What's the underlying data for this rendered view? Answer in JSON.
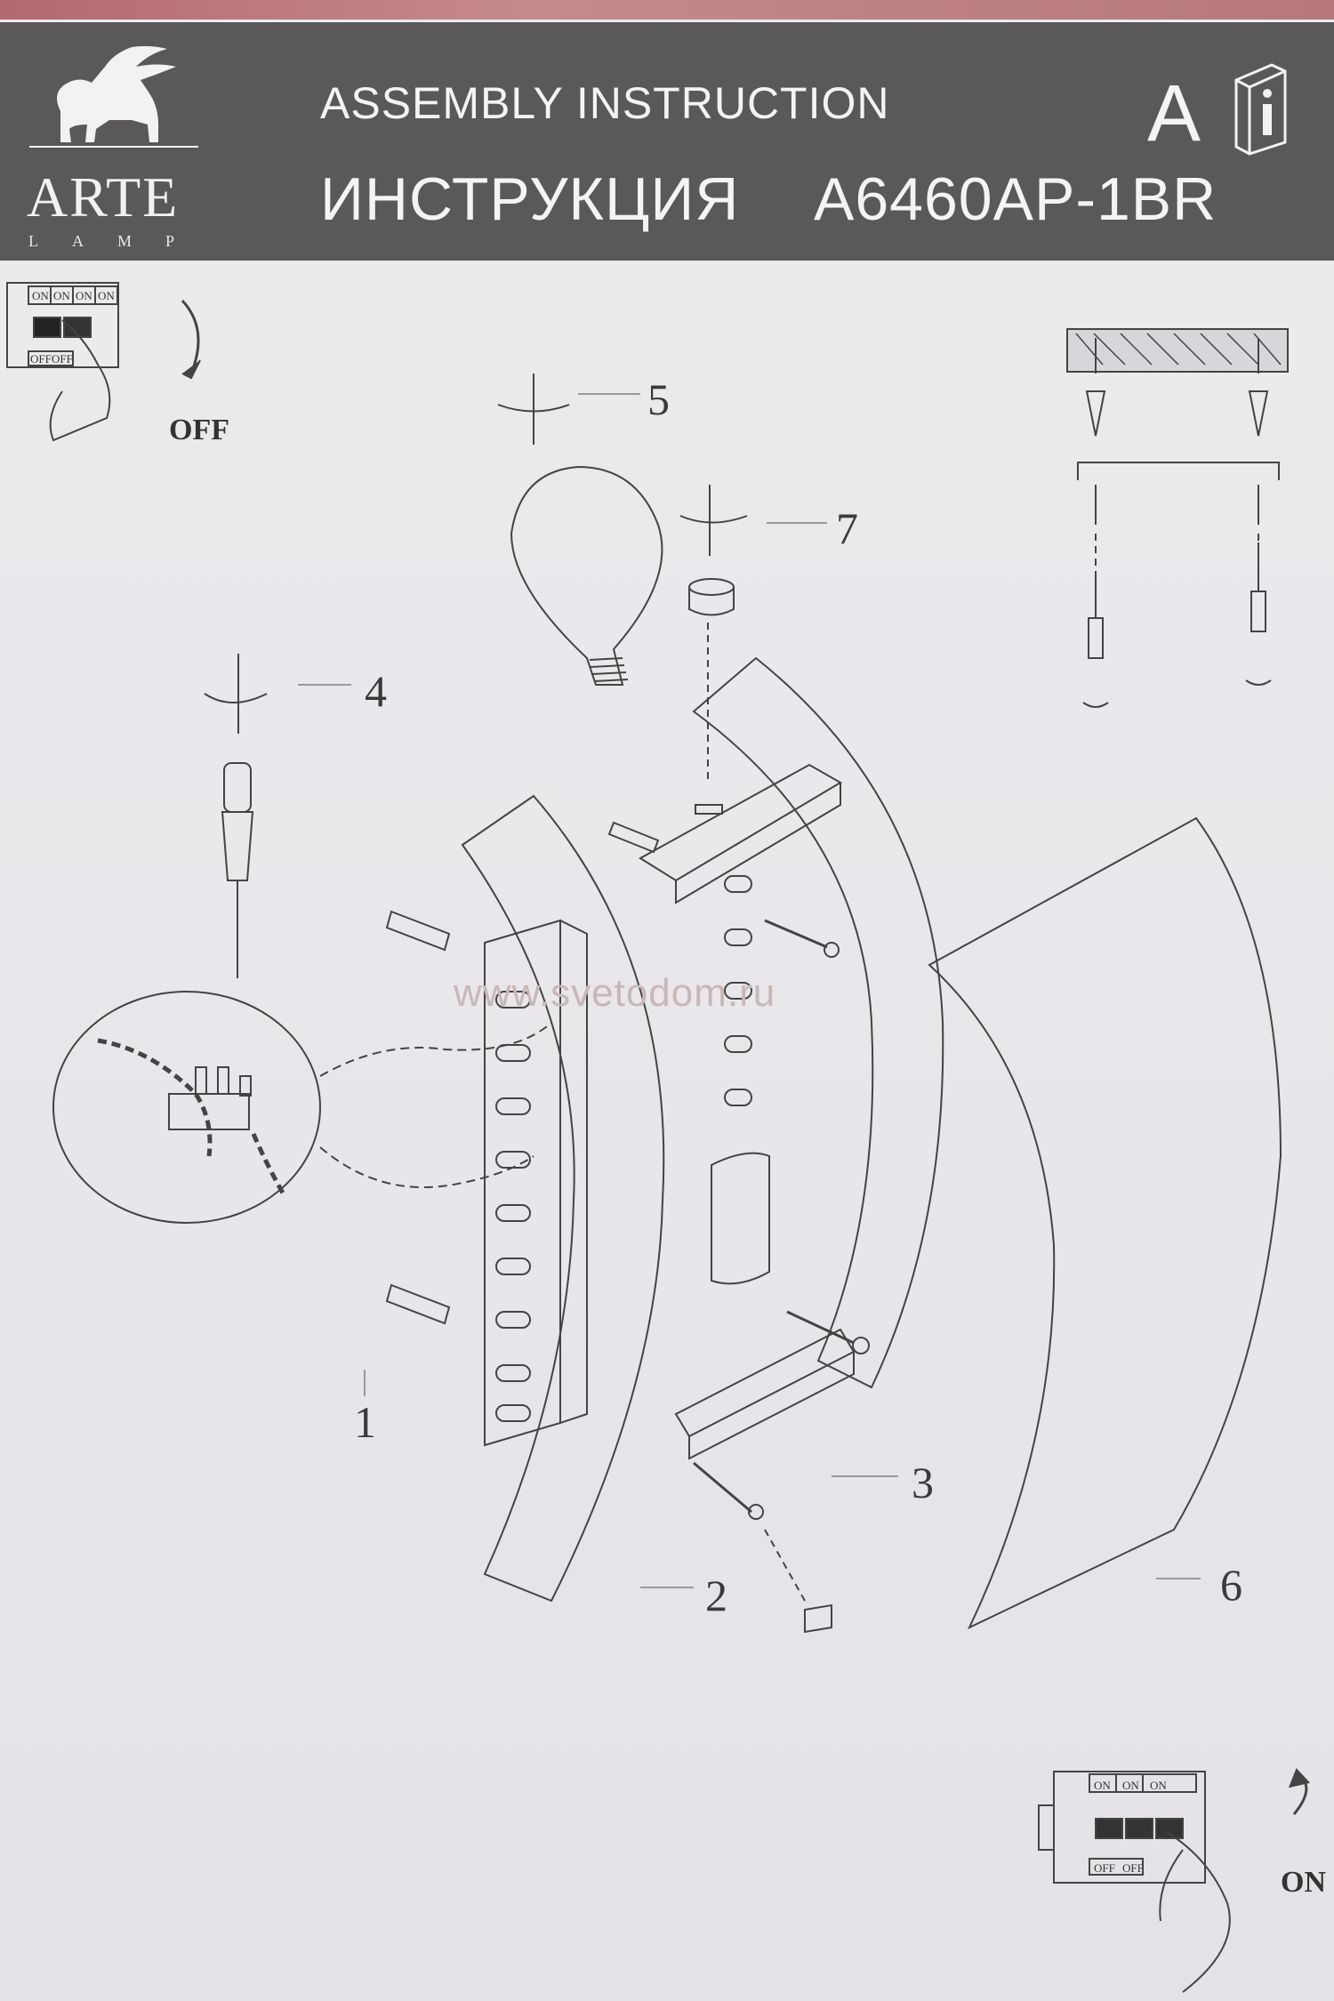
{
  "header": {
    "brand": "ARTE",
    "brand_sub": "LAMP",
    "title_en": "ASSEMBLY INSTRUCTION",
    "title_ru": "ИНСТРУКЦИЯ",
    "model": "A6460AP-1BR",
    "section_letter": "A"
  },
  "switch_off": {
    "label": "OFF",
    "states_top": [
      "ON",
      "ON",
      "ON",
      "ON"
    ],
    "states_bottom": [
      "OFF",
      "OFF"
    ]
  },
  "switch_on": {
    "label": "ON",
    "states_top": [
      "ON",
      "ON",
      "ON"
    ],
    "states_bottom": [
      "OFF",
      "OFF"
    ]
  },
  "callouts": [
    "1",
    "2",
    "3",
    "4",
    "5",
    "6",
    "7"
  ],
  "watermark": "www.svetodom.ru",
  "icons": [
    "griffin-logo",
    "info-book-icon",
    "screwdriver-icon",
    "rotate-arrow-icon",
    "light-bulb",
    "wall-plug",
    "screw"
  ]
}
